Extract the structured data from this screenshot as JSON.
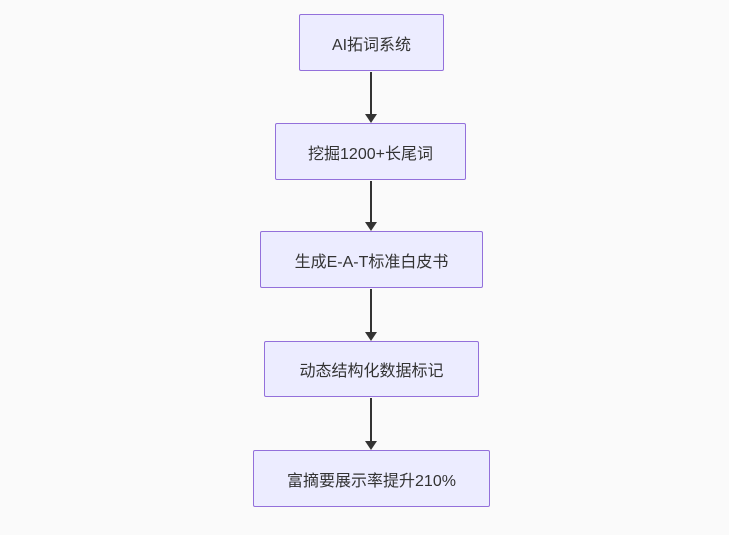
{
  "diagram": {
    "type": "flowchart-top-down",
    "nodes": [
      {
        "id": "n1",
        "label": "AI拓词系统"
      },
      {
        "id": "n2",
        "label": "挖掘1200+长尾词"
      },
      {
        "id": "n3",
        "label": "生成E-A-T标准白皮书"
      },
      {
        "id": "n4",
        "label": "动态结构化数据标记"
      },
      {
        "id": "n5",
        "label": "富摘要展示率提升210%"
      }
    ],
    "edges": [
      {
        "from": "n1",
        "to": "n2"
      },
      {
        "from": "n2",
        "to": "n3"
      },
      {
        "from": "n3",
        "to": "n4"
      },
      {
        "from": "n4",
        "to": "n5"
      }
    ],
    "colors": {
      "node_fill": "#ececff",
      "node_border": "#9370db",
      "edge_color": "#333333",
      "text_color": "#333333",
      "background": "#fafafa"
    }
  }
}
